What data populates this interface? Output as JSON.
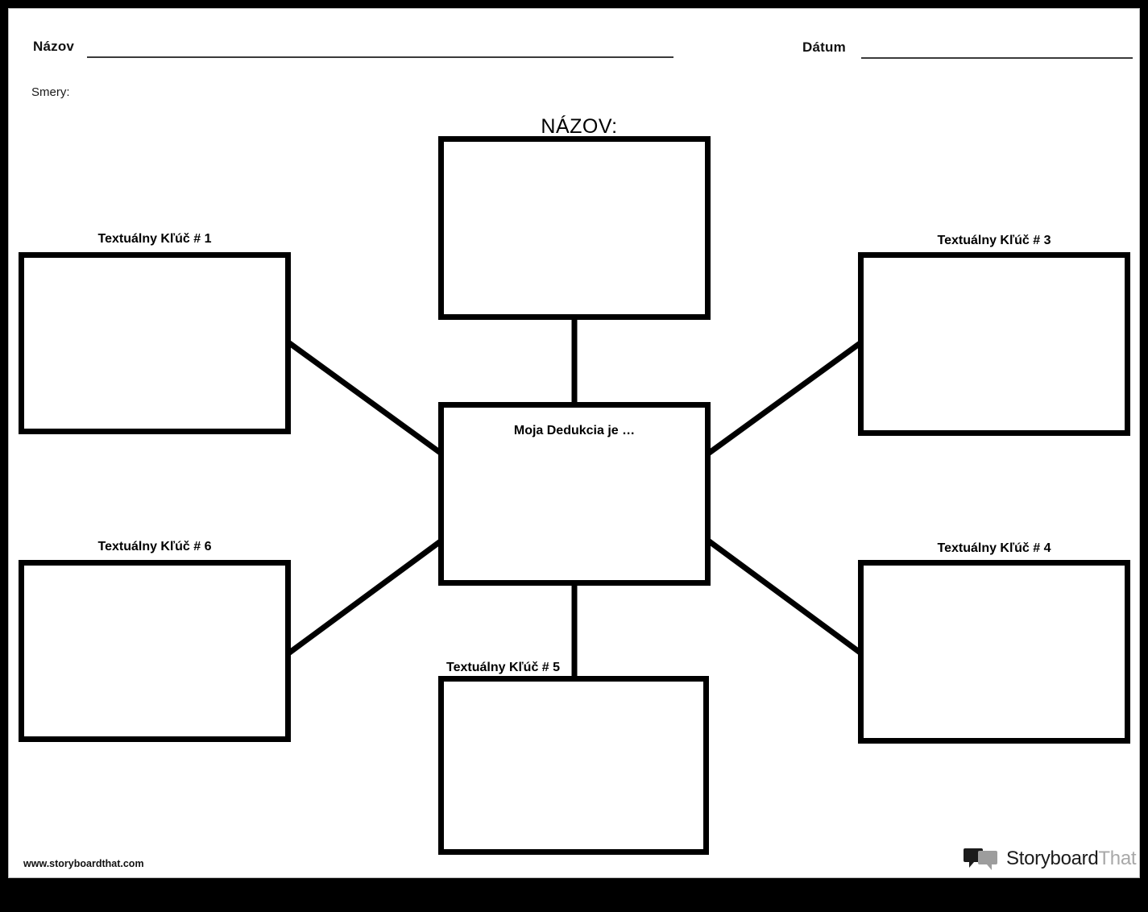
{
  "header": {
    "name_label": "Názov",
    "date_label": "Dátum",
    "directions_label": "Smery:"
  },
  "worksheet": {
    "map_title": "NÁZOV:",
    "center_caption": "Moja Dedukcia je …",
    "boxes": [
      {
        "id": "top",
        "caption": "",
        "value": ""
      },
      {
        "id": "k1",
        "caption": "Textuálny Kľúč # 1",
        "value": ""
      },
      {
        "id": "k3",
        "caption": "Textuálny Kľúč # 3",
        "value": ""
      },
      {
        "id": "k4",
        "caption": "Textuálny Kľúč # 4",
        "value": ""
      },
      {
        "id": "k5",
        "caption": "Textuálny Kľúč # 5",
        "value": ""
      },
      {
        "id": "k6",
        "caption": "Textuálny Kľúč # 6",
        "value": ""
      },
      {
        "id": "center",
        "caption": "Moja Dedukcia je …",
        "value": ""
      }
    ]
  },
  "footer": {
    "site_url": "www.storyboardthat.com",
    "brand_primary": "Storyboard",
    "brand_secondary": "That",
    "logo_icon": "speech-bubbles-icon"
  },
  "colors": {
    "ink": "#000000",
    "frame": "#000000",
    "rule": "#3a3a3a",
    "brand_primary": "#1b1b1b",
    "brand_secondary": "#a8a8a8",
    "sheet_background": "#ffffff"
  }
}
